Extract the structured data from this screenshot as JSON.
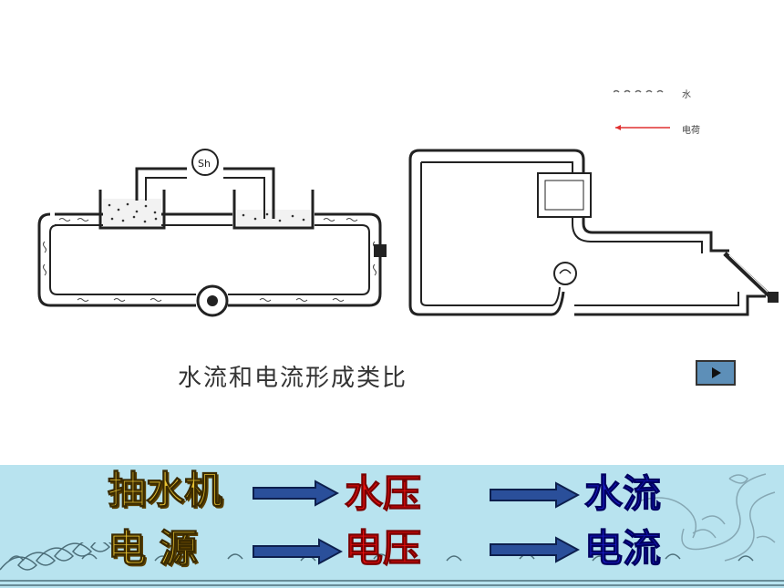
{
  "legend": {
    "water_label": "水",
    "charge_label": "电荷"
  },
  "caption": "水流和电流形成类比",
  "play_button": {
    "icon": "play-icon"
  },
  "analogy": {
    "row1": {
      "source": "抽水机",
      "pressure": "水压",
      "flow": "水流"
    },
    "row2": {
      "source": "电  源",
      "pressure": "电压",
      "flow": "电流"
    }
  },
  "colors": {
    "band": "#b8e3ef",
    "gold": "#e8c232",
    "red": "#f01010",
    "blue": "#1a1ac8",
    "arrow": "#2a4f9a"
  }
}
